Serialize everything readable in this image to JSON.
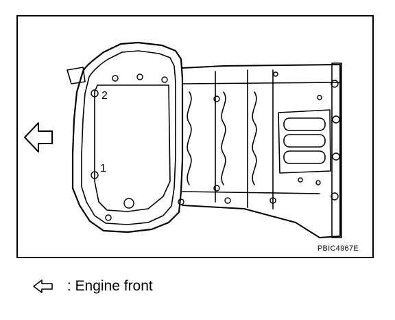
{
  "callouts": {
    "one": "1",
    "two": "2"
  },
  "reference_code": "PBIC4967E",
  "legend": {
    "icon": "hollow-left-arrow-icon",
    "text": " : Engine front"
  },
  "colors": {
    "line": "#000000",
    "background": "#ffffff"
  }
}
